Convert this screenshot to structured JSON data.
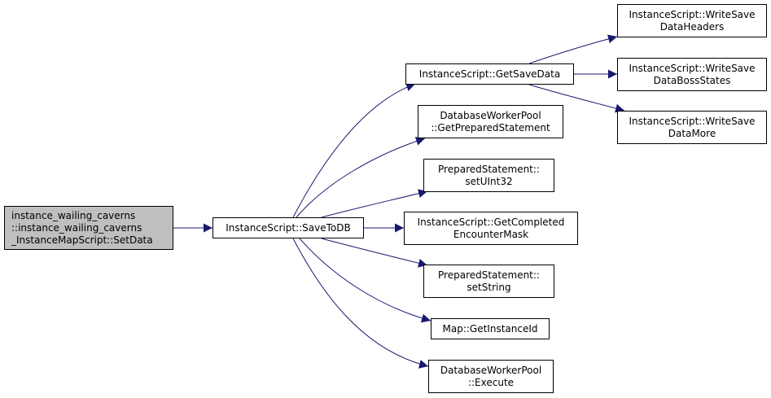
{
  "colors": {
    "edge": "#191970",
    "node_border": "#000000",
    "node_fill": "#ffffff",
    "root_fill": "#bfbfbf",
    "text": "#000000"
  },
  "nodes": {
    "root": [
      "instance_wailing_caverns",
      "::instance_wailing_caverns",
      "_InstanceMapScript::SetData"
    ],
    "save_to_db": [
      "InstanceScript::SaveToDB"
    ],
    "get_save_data": [
      "InstanceScript::GetSaveData"
    ],
    "get_prepared_statement": [
      "DatabaseWorkerPool",
      "::GetPreparedStatement"
    ],
    "set_uint32": [
      "PreparedStatement::",
      "setUInt32"
    ],
    "get_completed_encounter_mask": [
      "InstanceScript::GetCompleted",
      "EncounterMask"
    ],
    "set_string": [
      "PreparedStatement::",
      "setString"
    ],
    "get_instance_id": [
      "Map::GetInstanceId"
    ],
    "execute": [
      "DatabaseWorkerPool",
      "::Execute"
    ],
    "write_save_data_headers": [
      "InstanceScript::WriteSave",
      "DataHeaders"
    ],
    "write_save_data_boss_states": [
      "InstanceScript::WriteSave",
      "DataBossStates"
    ],
    "write_save_data_more": [
      "InstanceScript::WriteSave",
      "DataMore"
    ]
  },
  "edges": [
    [
      "root",
      "save_to_db"
    ],
    [
      "save_to_db",
      "get_save_data"
    ],
    [
      "save_to_db",
      "get_prepared_statement"
    ],
    [
      "save_to_db",
      "set_uint32"
    ],
    [
      "save_to_db",
      "get_completed_encounter_mask"
    ],
    [
      "save_to_db",
      "set_string"
    ],
    [
      "save_to_db",
      "get_instance_id"
    ],
    [
      "save_to_db",
      "execute"
    ],
    [
      "get_save_data",
      "write_save_data_headers"
    ],
    [
      "get_save_data",
      "write_save_data_boss_states"
    ],
    [
      "get_save_data",
      "write_save_data_more"
    ]
  ]
}
